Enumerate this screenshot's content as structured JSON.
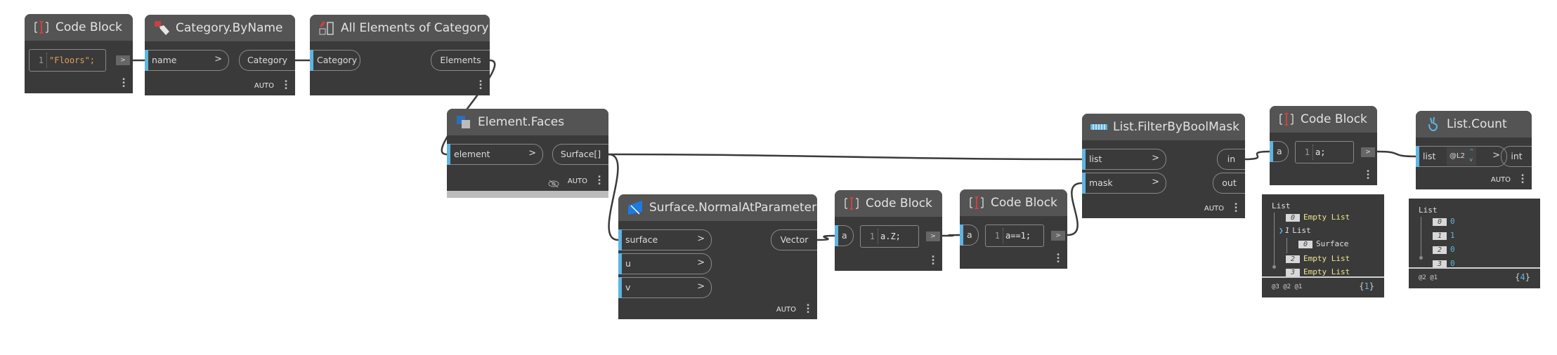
{
  "colors": {
    "node_body": "#3a3a3a",
    "node_header": "#545454",
    "port_accent": "#5fb4e0",
    "wire": "#3a3a3a",
    "string_literal": "#e3a15b",
    "empty_list": "#f0e68c",
    "preview_number": "#5fb4e0"
  },
  "nodes": [
    {
      "id": "cb1",
      "title": "Code Block",
      "icon": "code-block-icon",
      "code_line": "1",
      "code": "\"Floors\";",
      "run": ">",
      "inputs": [],
      "outputs": [],
      "auto": ""
    },
    {
      "id": "catbyname",
      "title": "Category.ByName",
      "icon": "category-tag-icon",
      "inputs": [
        {
          "label": "name",
          "arrow": ">"
        }
      ],
      "outputs": [
        {
          "label": "Category"
        }
      ],
      "auto": "AUTO"
    },
    {
      "id": "allelem",
      "title": "All Elements of Category",
      "icon": "elements-of-category-icon",
      "inputs": [
        {
          "label": "Category",
          "arrow": ""
        }
      ],
      "outputs": [
        {
          "label": "Elements"
        }
      ],
      "auto": ""
    },
    {
      "id": "faces",
      "title": "Element.Faces",
      "icon": "element-faces-icon",
      "inputs": [
        {
          "label": "element",
          "arrow": ">"
        }
      ],
      "outputs": [
        {
          "label": "Surface[]"
        }
      ],
      "auto": "AUTO",
      "hidden_preview": true
    },
    {
      "id": "normal",
      "title": "Surface.NormalAtParameter",
      "icon": "surface-normal-icon",
      "inputs": [
        {
          "label": "surface",
          "arrow": ">"
        },
        {
          "label": "u",
          "arrow": ">"
        },
        {
          "label": "v",
          "arrow": ">"
        }
      ],
      "outputs": [
        {
          "label": "Vector"
        }
      ],
      "auto": "AUTO"
    },
    {
      "id": "cbz",
      "title": "Code Block",
      "icon": "code-block-icon",
      "code_line": "1",
      "code": "a.Z;",
      "run": ">",
      "inputs": [
        {
          "label": "a",
          "arrow": ""
        }
      ],
      "outputs": [],
      "auto": ""
    },
    {
      "id": "cbeq",
      "title": "Code Block",
      "icon": "code-block-icon",
      "code_line": "1",
      "code": "a==1;",
      "run": ">",
      "inputs": [
        {
          "label": "a",
          "arrow": ""
        }
      ],
      "outputs": [],
      "auto": ""
    },
    {
      "id": "filter",
      "title": "List.FilterByBoolMask",
      "icon": "filter-bool-mask-icon",
      "inputs": [
        {
          "label": "list",
          "arrow": ">"
        },
        {
          "label": "mask",
          "arrow": ">"
        }
      ],
      "outputs": [
        {
          "label": "in"
        },
        {
          "label": "out"
        }
      ],
      "auto": "AUTO"
    },
    {
      "id": "cba",
      "title": "Code Block",
      "icon": "code-block-icon",
      "code_line": "1",
      "code": "a;",
      "run": ">",
      "inputs": [
        {
          "label": "a",
          "arrow": ""
        }
      ],
      "outputs": [],
      "auto": ""
    },
    {
      "id": "count",
      "title": "List.Count",
      "icon": "list-count-icon",
      "inputs": [
        {
          "label": "list",
          "arrow": ">",
          "lacing": "@L2"
        }
      ],
      "outputs": [
        {
          "label": "int"
        }
      ],
      "auto": "AUTO"
    }
  ],
  "previews": {
    "filter_out": {
      "header": "List",
      "items": [
        {
          "index": "0",
          "text": "Empty List"
        },
        {
          "index": "1",
          "text": "List",
          "expanded": true,
          "children": [
            {
              "index": "0",
              "text": "Surface"
            }
          ]
        },
        {
          "index": "2",
          "text": "Empty List"
        },
        {
          "index": "3",
          "text": "Empty List"
        }
      ],
      "levels": "@3 @2 @1",
      "count_open": "{",
      "count": "1",
      "count_close": "}"
    },
    "count_out": {
      "header": "List",
      "items": [
        {
          "index": "0",
          "value": "0"
        },
        {
          "index": "1",
          "value": "1"
        },
        {
          "index": "2",
          "value": "0"
        },
        {
          "index": "3",
          "value": "0"
        }
      ],
      "levels": "@2 @1",
      "count_open": "{",
      "count": "4",
      "count_close": "}"
    }
  }
}
